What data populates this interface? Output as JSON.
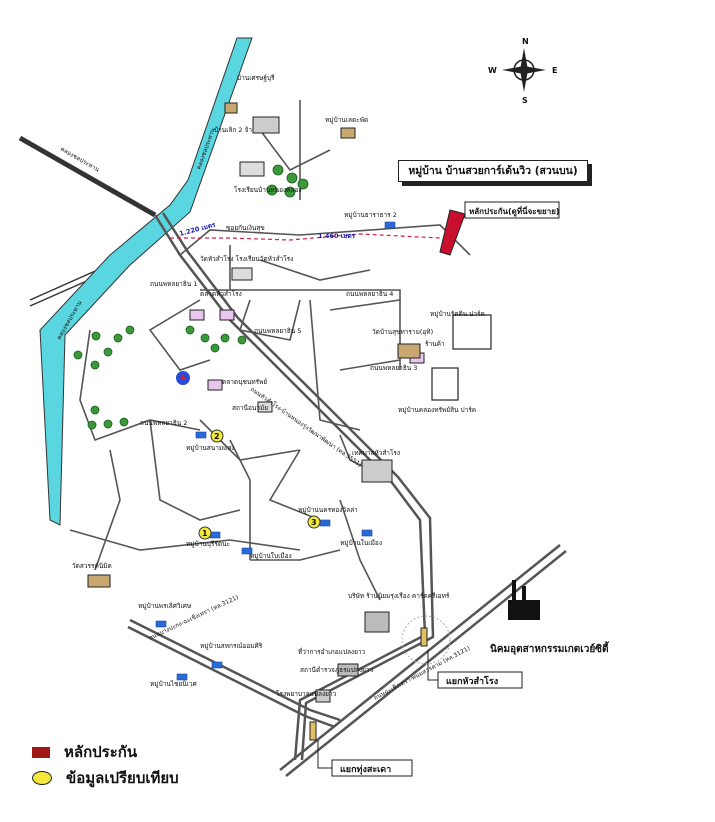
{
  "title": "หมู่บ้าน บ้านสวยการ์เด้นวิว (สวนบน)",
  "compass": {
    "n": "N",
    "s": "S",
    "e": "E",
    "w": "W"
  },
  "marker_label": "หลักประกัน(ดูที่นี่จะขยาย)",
  "distances": {
    "d1": "1.460 เมตร",
    "d2": "1.220 เมตร"
  },
  "places": {
    "village_top": "บ้านเศรษฐ์บุรี",
    "village_green": "บ้านเลิก 2 จ้า",
    "village_nok": "หมู่บ้านเลตะพัด",
    "school_bannong": "โรงเรียนบ้านหนองคลอง",
    "village_thara": "หมู่บ้านธาราธาร 2",
    "soi_kanonsi": "ซอยกันเงินสุข",
    "temp_ang": "วัดหัวสำโรง โรงเรียนวัดหัวสำโรง",
    "road_sanam": "ถนนพหลยาธิน 1",
    "market": "ตลาดหัวสำโรง",
    "road_a": "ถนนพหลยาธิน 4",
    "road_b": "ถนนพหลยาธิน 5",
    "road_c": "ถนนพหลยาธิน 3",
    "wat_sunthon": "วัดบ้านสุขทาราม(อุทิ)",
    "shop_a": "ร้านค้า",
    "village_pattana": "หมู่บ้านรัตติน ปาร์ค",
    "village_pond": "หมู่บ้านคลองทรัพย์สิน ปาร์ค",
    "market_b": "ตลาดนุชนทรัพย์",
    "hospital": "ถนนหัวสำโรง-บ้านหนองรุ่งวัฒนาพัฒนา (ทล.3551)",
    "office_small": "สถานีอนามัย",
    "road_main_left": "ถนนพหลยาธิน 2",
    "village_rabiang": "หมู่บ้านสนามแสง",
    "cat_2": "2",
    "municipal": "เทศบาลหัวสำโรง",
    "village_mp": "หมู่บ้านนครทองวิลล่า",
    "cat_3": "3",
    "village_ratchaphruek": "หมู่บ้านในเมือง",
    "cat_1": "1",
    "village_khao": "หมู่บ้านบุรีรัตนะ",
    "village_nan": "หมู่บ้านใบเมือง",
    "wat_suan": "วัดสวรรค์นิมิต",
    "company": "บริษัท ร้านนิยมรุ่งเรือง คาร์ดครีเอทร์",
    "industrial": "นิคมอุตสาหกรรมเกตเวย์ซิตี้",
    "intersect_main": "แยกหัวสำโรง",
    "village_lb1": "หมู่บ้านพรเลิศวิเศษ",
    "village_lb2": "หมู่บ้านสหกรณ์ออมศิริ",
    "village_lb3": "หมู่บ้านไชยนิเวศ",
    "office_a": "ที่ว่าการอำเภอแปลงยาว",
    "office_b": "สถานีตำรวจภูธรแปลงยาว",
    "school_b": "โรงพยาบาลแปลงยาว",
    "road_bottom": "ถนนฉะเชิงเทรา-พนมสารคาม (ทล.3121)",
    "road_left": "ถนนบางปะกง-ฉะเชิงเทรา (ทล.3121)",
    "intersect_bottom": "แยกทุ่งสะเดา",
    "canal_a": "คลองชลประทาน",
    "canal_b": "คลองชลประทาน",
    "canal_c": "คลองชลประทาน"
  },
  "legend": {
    "item1": "หลักประกัน",
    "item2": "ข้อมูลเปรียบเทียบ"
  },
  "colors": {
    "canal": "#5ad6e0",
    "marker": "#c8102e",
    "legend_red": "#a01818",
    "legend_yellow": "#f4e83a",
    "road": "#555555",
    "distance_line": "#d8204a"
  }
}
